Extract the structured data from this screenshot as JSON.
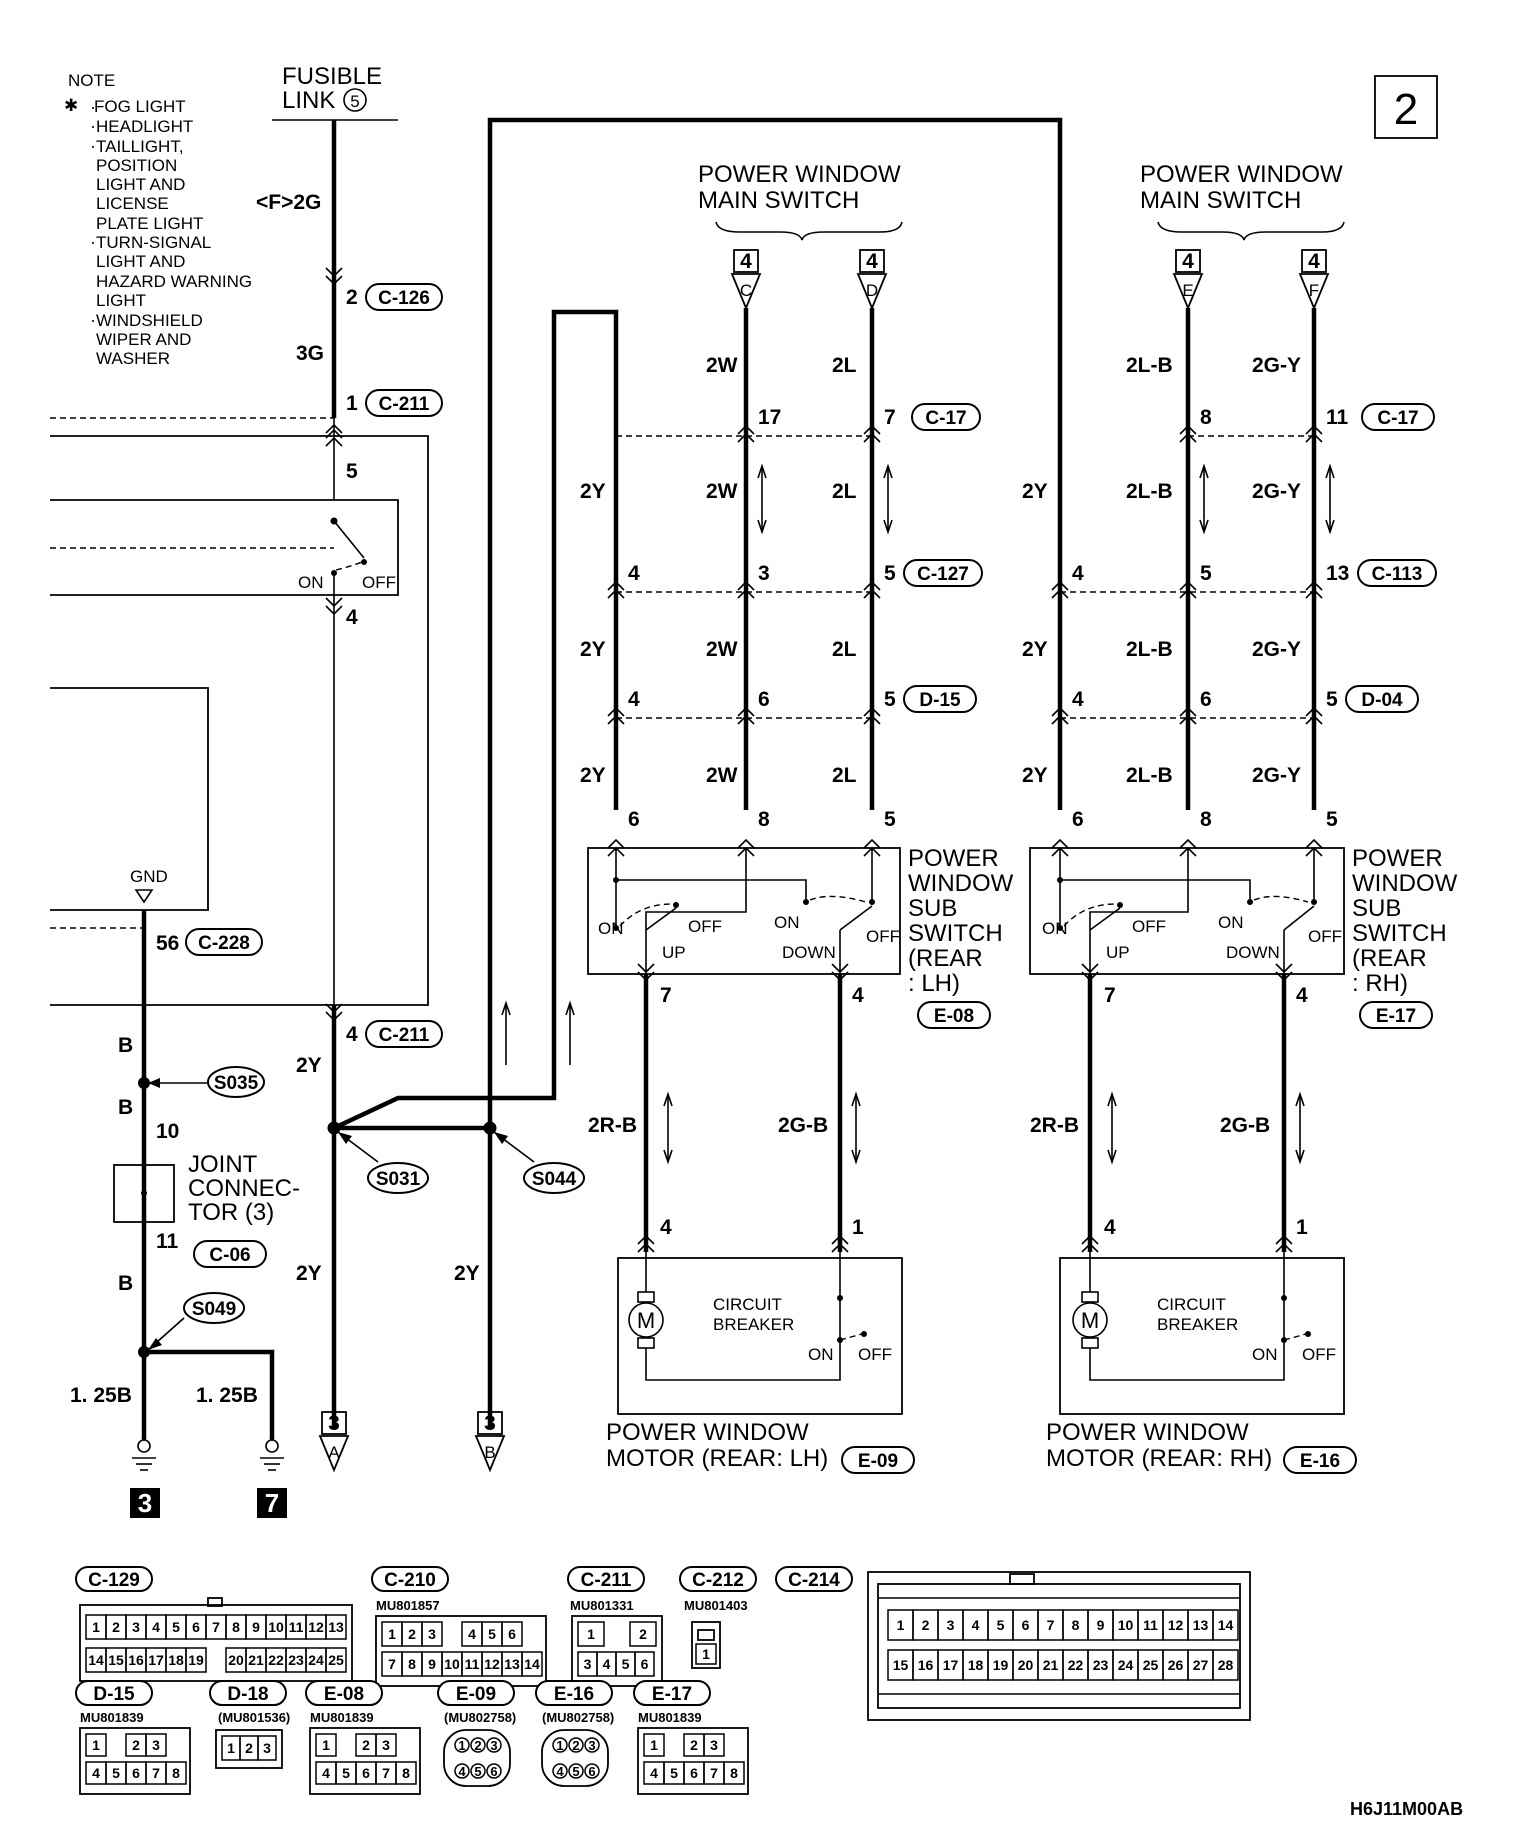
{
  "page_number": "2",
  "figure_id": "H6J11M00AB",
  "note": {
    "title": "NOTE",
    "star": "✱",
    "lines": [
      "FOG LIGHT",
      "HEADLIGHT",
      "TAILLIGHT,",
      "POSITION",
      "LIGHT AND",
      "LICENSE",
      "PLATE LIGHT",
      "TURN-SIGNAL",
      "LIGHT AND",
      "HAZARD WARNING",
      "LIGHT",
      "WINDSHIELD",
      "WIPER AND",
      "WASHER"
    ]
  },
  "fusible_link": {
    "line1": "FUSIBLE",
    "line2": "LINK",
    "number": "5"
  },
  "wires": {
    "f2g": "<F>2G",
    "w3g": "3G",
    "y2": "2Y",
    "w2w": "2W",
    "w2l": "2L",
    "w2lb": "2L-B",
    "w2gy": "2G-Y",
    "w2rb": "2R-B",
    "w2gb": "2G-B",
    "b": "B",
    "b125": "1. 25B"
  },
  "connectors": {
    "c126": "C-126",
    "c211": "C-211",
    "c17": "C-17",
    "c127": "C-127",
    "c113": "C-113",
    "d15": "D-15",
    "d04": "D-04",
    "c228": "C-228",
    "c06": "C-06",
    "e08": "E-08",
    "e17": "E-17",
    "e09": "E-09",
    "e16": "E-16",
    "s035": "S035",
    "s031": "S031",
    "s044": "S044",
    "s049": "S049"
  },
  "pins": {
    "p1": "1",
    "p2": "2",
    "p3": "3",
    "p4": "4",
    "p5": "5",
    "p6": "6",
    "p7": "7",
    "p8": "8",
    "p10": "10",
    "p11": "11",
    "p13": "13",
    "p17": "17",
    "p56": "56"
  },
  "labels": {
    "main_switch_1": "POWER WINDOW",
    "main_switch_2": "MAIN SWITCH",
    "sub_switch_1": "POWER",
    "sub_switch_2": "WINDOW",
    "sub_switch_3": "SUB",
    "sub_switch_4": "SWITCH",
    "sub_switch_5": "(REAR",
    "lh": ": LH)",
    "rh": ": RH)",
    "on": "ON",
    "off": "OFF",
    "up": "UP",
    "down": "DOWN",
    "gnd": "GND",
    "joint_1": "JOINT",
    "joint_2": "CONNEC-",
    "joint_3": "TOR (3)",
    "breaker_1": "CIRCUIT",
    "breaker_2": "BREAKER",
    "motor_symbol": "M",
    "motor_1": "POWER WINDOW",
    "motor_lh": "MOTOR (REAR: LH)",
    "motor_rh": "MOTOR (REAR: RH)"
  },
  "refs": {
    "four": "4",
    "three": "3",
    "C": "C",
    "D": "D",
    "E": "E",
    "F": "F",
    "A": "A",
    "B": "B",
    "ground_3": "3",
    "ground_7": "7"
  },
  "legend": {
    "c129": "C-129",
    "c210": "C-210",
    "c211": "C-211",
    "c212": "C-212",
    "c214": "C-214",
    "d15": "D-15",
    "d18": "D-18",
    "e08": "E-08",
    "e09": "E-09",
    "e16": "E-16",
    "e17": "E-17",
    "pn_c210": "MU801857",
    "pn_c211": "MU801331",
    "pn_c212": "MU801403",
    "pn_d15": "MU801839",
    "pn_d18": "(MU801536)",
    "pn_e08": "MU801839",
    "pn_e09": "(MU802758)",
    "pn_e16": "(MU802758)",
    "pn_e17": "MU801839",
    "c129_row1": [
      "1",
      "2",
      "3",
      "4",
      "5",
      "6",
      "7",
      "8",
      "9",
      "10",
      "11",
      "12",
      "13"
    ],
    "c129_row2": [
      "14",
      "15",
      "16",
      "17",
      "18",
      "19",
      "",
      "20",
      "21",
      "22",
      "23",
      "24",
      "25"
    ],
    "c210_row1": [
      "1",
      "2",
      "3",
      "",
      "4",
      "5",
      "6"
    ],
    "c210_row2": [
      "7",
      "8",
      "9",
      "10",
      "11",
      "12",
      "13",
      "14"
    ],
    "c211_row1": [
      "1",
      "",
      "2"
    ],
    "c211_row2": [
      "3",
      "4",
      "5",
      "6"
    ],
    "c212_pins": [
      "1"
    ],
    "c214_row1": [
      "1",
      "2",
      "3",
      "4",
      "5",
      "6",
      "7",
      "8",
      "9",
      "10",
      "11",
      "12",
      "13",
      "14"
    ],
    "c214_row2": [
      "15",
      "16",
      "17",
      "18",
      "19",
      "20",
      "21",
      "22",
      "23",
      "24",
      "25",
      "26",
      "27",
      "28"
    ],
    "d18_pins": [
      "1",
      "2",
      "3"
    ],
    "sw8_row1": [
      "1",
      "",
      "2",
      "3"
    ],
    "sw8_row2": [
      "4",
      "5",
      "6",
      "7",
      "8"
    ],
    "round6_row1": [
      "1",
      "2",
      "3"
    ],
    "round6_row2": [
      "4",
      "5",
      "6"
    ]
  }
}
